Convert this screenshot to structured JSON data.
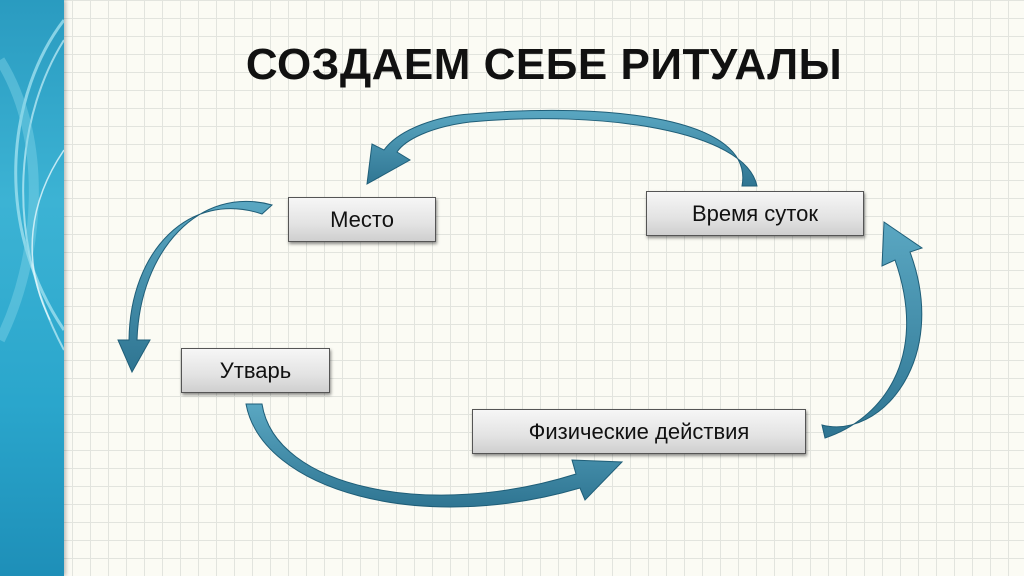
{
  "slide": {
    "title": "СОЗДАЕМ СЕБЕ РИТУАЛЫ"
  },
  "diagram": {
    "nodes": [
      {
        "id": "mesto",
        "label": "Место"
      },
      {
        "id": "vremya",
        "label": "Время суток"
      },
      {
        "id": "utvar",
        "label": "Утварь"
      },
      {
        "id": "fizicheskie",
        "label": "Физические действия"
      }
    ],
    "edges": [
      {
        "from": "vremya",
        "to": "mesto"
      },
      {
        "from": "mesto",
        "to": "utvar"
      },
      {
        "from": "utvar",
        "to": "fizicheskie"
      },
      {
        "from": "fizicheskie",
        "to": "vremya"
      }
    ]
  },
  "colors": {
    "arrow_fill": "#3f8aa6",
    "arrow_dark": "#2b6d88",
    "sidebar": "#2aa6cc"
  }
}
